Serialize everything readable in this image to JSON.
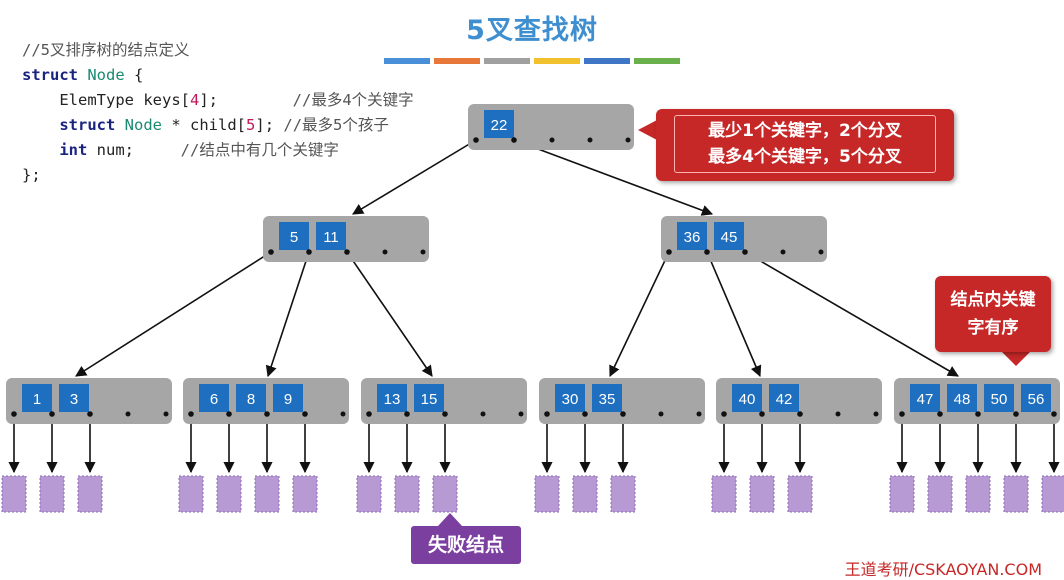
{
  "title": "5叉查找树",
  "colors": {
    "title": "#3f8fd0",
    "key_box": "#1e6fc0",
    "node_bg": "#a6a6a6",
    "failure_node": "#b79ad3",
    "callout": "#c62828",
    "fail_label_bg": "#7b3fa0",
    "colorbar": [
      "#4a90d9",
      "#e8783a",
      "#a0a0a0",
      "#f2c12e",
      "#3f77c6",
      "#6ab04c"
    ]
  },
  "code": {
    "comment_line": "//5叉排序树的结点定义",
    "struct_kw": "struct",
    "struct_name": "Node",
    "open_brace": "{",
    "field1_type": "ElemType",
    "field1_name": "keys",
    "field1_size": "4",
    "field1_comment": "//最多4个关键字",
    "field2_kw": "struct",
    "field2_type": "Node",
    "field2_name": "* child",
    "field2_size": "5",
    "field2_comment": "//最多5个孩子",
    "field3_kw": "int",
    "field3_name": "num",
    "field3_comment": "//结点中有几个关键字",
    "close_brace": "};"
  },
  "callouts": {
    "branch_line1": "最少1个关键字，2个分叉",
    "branch_line2": "最多4个关键字，5个分叉",
    "ordered_line1": "结点内关键",
    "ordered_line2": "字有序"
  },
  "fail_label": "失败结点",
  "credit": "王道考研/CSKAOYAN.COM",
  "tree": {
    "root": [
      "22"
    ],
    "level1": [
      [
        "5",
        "11"
      ],
      [
        "36",
        "45"
      ]
    ],
    "level2": [
      [
        "1",
        "3"
      ],
      [
        "6",
        "8",
        "9"
      ],
      [
        "13",
        "15"
      ],
      [
        "30",
        "35"
      ],
      [
        "40",
        "42"
      ],
      [
        "47",
        "48",
        "50",
        "56"
      ]
    ]
  }
}
